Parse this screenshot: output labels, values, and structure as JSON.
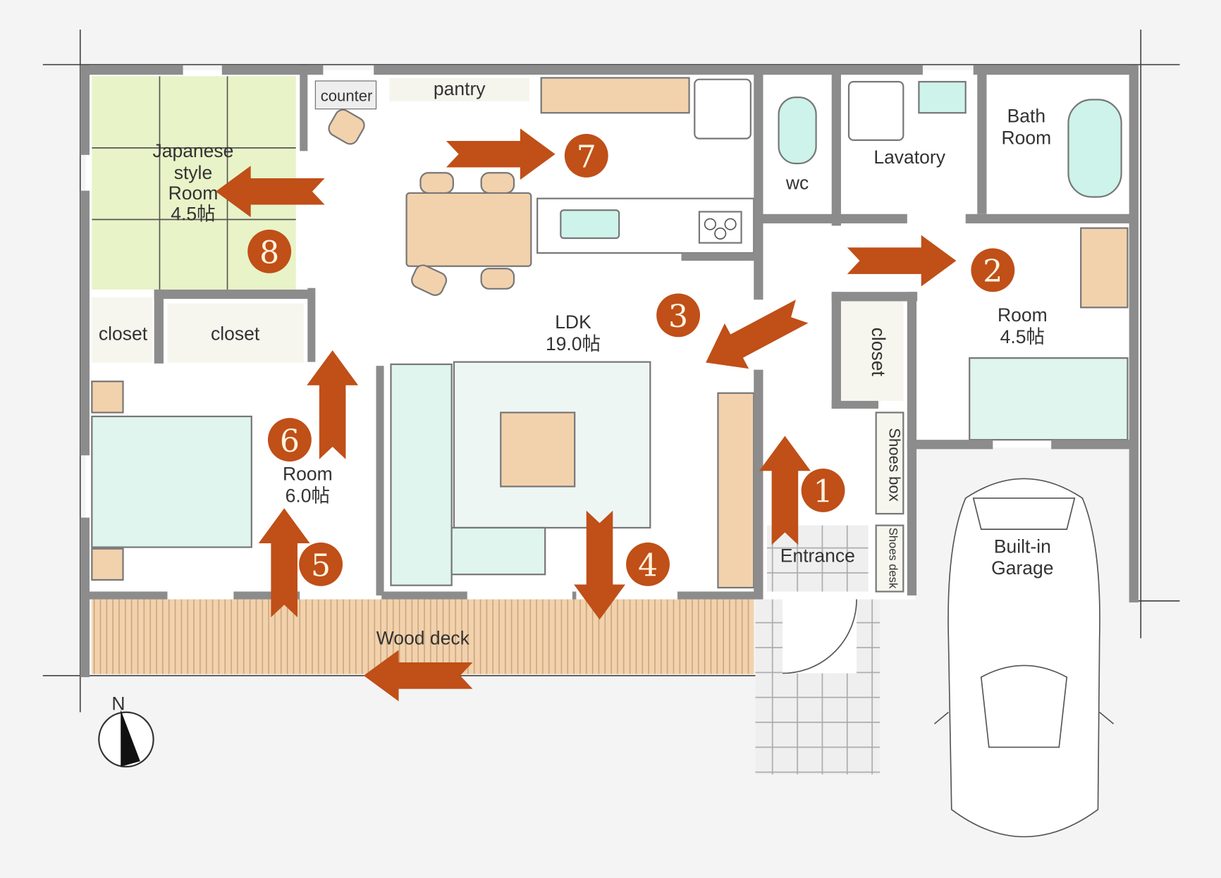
{
  "plan": {
    "rooms": {
      "japanese_room": [
        "Japanese",
        "style",
        "Room",
        "4.5帖"
      ],
      "counter": "counter",
      "pantry": "pantry",
      "closet_left": "closet",
      "closet_mid": "closet",
      "ldk": [
        "LDK",
        "19.0帖"
      ],
      "room_6": [
        "Room",
        "6.0帖"
      ],
      "wc": "wc",
      "lavatory": "Lavatory",
      "bath": [
        "Bath",
        "Room"
      ],
      "room_45": [
        "Room",
        "4.5帖"
      ],
      "closet_right": "closet",
      "shoes_box": "Shoes box",
      "shoes_desk": "Shoes desk",
      "entrance": "Entrance",
      "garage": [
        "Built-in",
        "Garage"
      ],
      "wood_deck": "Wood deck"
    },
    "compass": "N",
    "markers": [
      "1",
      "2",
      "3",
      "4",
      "5",
      "6",
      "7",
      "8"
    ]
  },
  "colors": {
    "arrow": "#c04f18",
    "tatami": "#e8f3c8",
    "wood": "#f2d2ad",
    "water": "#cdf3ea",
    "wall": "#8c8c8c"
  }
}
